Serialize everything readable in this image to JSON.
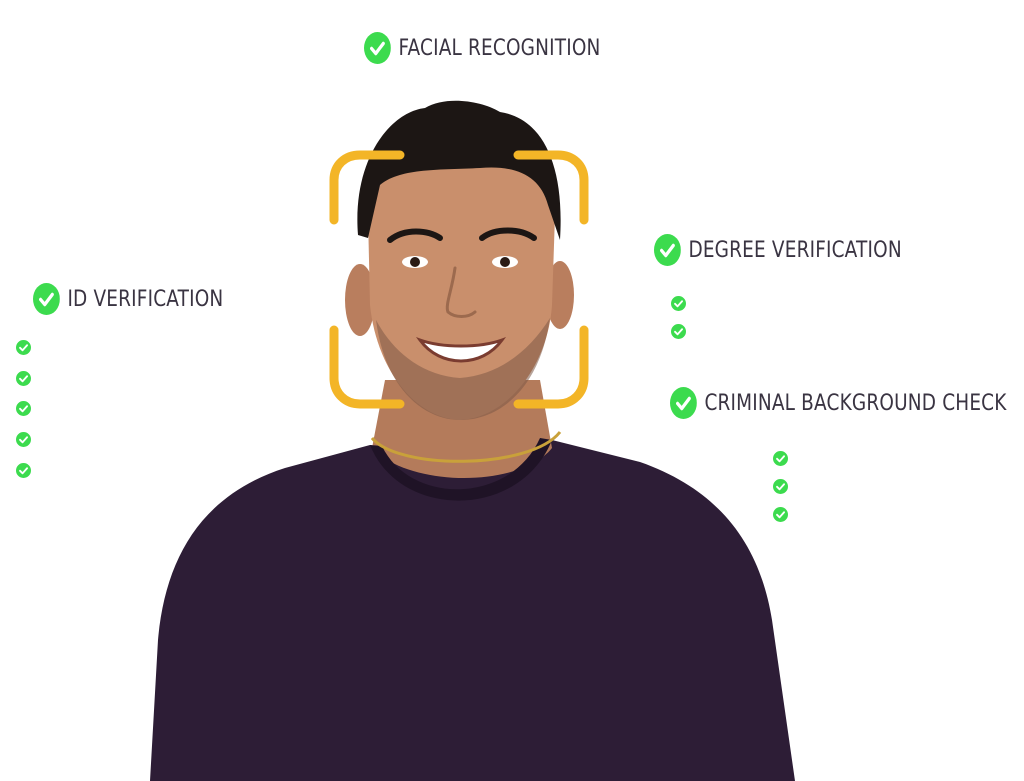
{
  "colors": {
    "check_green": "#3cdb4e",
    "heading_text": "#3a3442",
    "frame_yellow": "#f3b527",
    "shirt": "#2d1d36",
    "skin": "#c98f6c",
    "hair": "#1c1614"
  },
  "icons": {
    "check": "check-circle-icon",
    "frame": "face-scan-corner-icon"
  },
  "headings": {
    "facial": "FACIAL RECOGNITION",
    "id": "ID VERIFICATION",
    "degree": "DEGREE VERIFICATION",
    "criminal": "CRIMINAL BACKGROUND CHECK"
  },
  "lists": {
    "id_check_count": 5,
    "degree_check_count": 2,
    "criminal_check_count": 3
  }
}
